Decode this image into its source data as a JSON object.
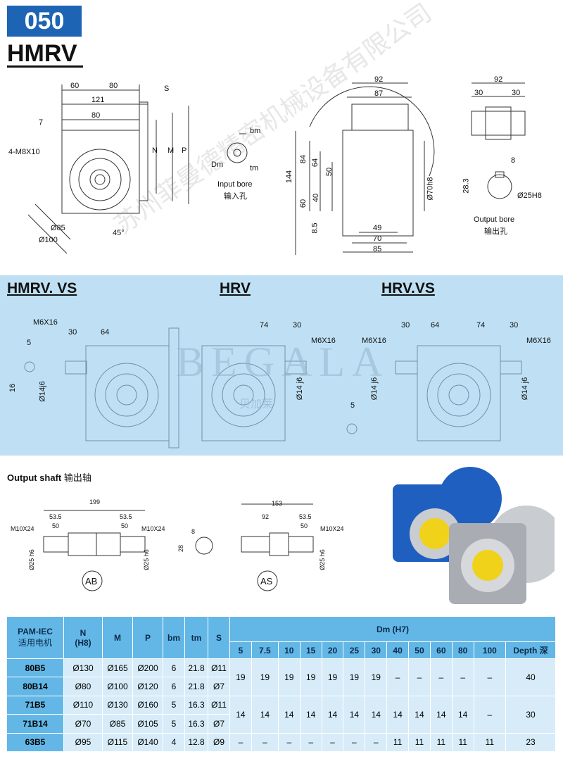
{
  "header": {
    "model": "050",
    "series": "HMRV"
  },
  "top_drawing": {
    "side_view": {
      "dims": [
        "60",
        "80",
        "121",
        "80",
        "S",
        "7",
        "4-M8X10",
        "N",
        "M",
        "P",
        "Ø85",
        "Ø100",
        "45°"
      ]
    },
    "input_bore": {
      "labels": [
        "bm",
        "Dm",
        "tm"
      ],
      "caption_en": "Input bore",
      "caption_cn": "输入孔"
    },
    "front_view": {
      "dims": [
        "92",
        "87",
        "144",
        "84",
        "64",
        "50",
        "40",
        "60",
        "8.5",
        "49",
        "70",
        "85",
        "Ø70h8"
      ]
    },
    "output_bore": {
      "dims": [
        "92",
        "30",
        "30",
        "8",
        "28.3",
        "Ø25H8"
      ],
      "caption_en": "Output bore",
      "caption_cn": "输出孔"
    }
  },
  "variants_band": {
    "titles": [
      "HMRV. VS",
      "HRV",
      "HRV.VS"
    ],
    "hmrv_vs": {
      "dims": [
        "M6X16",
        "30",
        "64",
        "5",
        "16",
        "Ø14j6"
      ]
    },
    "hrv": {
      "dims": [
        "74",
        "30",
        "M6X16",
        "Ø14 j6",
        "5"
      ]
    },
    "hrv_vs": {
      "dims": [
        "30",
        "64",
        "74",
        "30",
        "M6X16",
        "M6X16",
        "Ø14 j6",
        "Ø14 j6"
      ]
    },
    "watermark_en": "BEGALA",
    "watermark_cn": "贝加莱"
  },
  "output_shaft": {
    "title_en": "Output shaft",
    "title_cn": "输出轴",
    "ab": {
      "label": "AB",
      "dims": [
        "199",
        "53.5",
        "53.5",
        "50",
        "50",
        "M10X24",
        "M10X24",
        "Ø25 h6",
        "Ø25 h6"
      ]
    },
    "key": {
      "dims": [
        "8",
        "28"
      ]
    },
    "as": {
      "label": "AS",
      "dims": [
        "153",
        "92",
        "53.5",
        "50",
        "M10X24",
        "Ø25 h6"
      ]
    }
  },
  "watermark_company": "苏州菲曼德精密机械设备有限公司",
  "table": {
    "headers": {
      "pam_en": "PAM-IEC",
      "pam_cn": "适用电机",
      "n": "N",
      "n_sub": "(H8)",
      "m": "M",
      "p": "P",
      "bm": "bm",
      "tm": "tm",
      "s": "S",
      "dm": "Dm (H7)",
      "dm_cols": [
        "5",
        "7.5",
        "10",
        "15",
        "20",
        "25",
        "30",
        "40",
        "50",
        "60",
        "80",
        "100"
      ],
      "depth": "Depth 深"
    },
    "rows": [
      {
        "pam": "80B5",
        "n": "Ø130",
        "m": "Ø165",
        "p": "Ø200",
        "bm": "6",
        "tm": "21.8",
        "s": "Ø11"
      },
      {
        "pam": "80B14",
        "n": "Ø80",
        "m": "Ø100",
        "p": "Ø120",
        "bm": "6",
        "tm": "21.8",
        "s": "Ø7"
      },
      {
        "pam": "71B5",
        "n": "Ø110",
        "m": "Ø130",
        "p": "Ø160",
        "bm": "5",
        "tm": "16.3",
        "s": "Ø11"
      },
      {
        "pam": "71B14",
        "n": "Ø70",
        "m": "Ø85",
        "p": "Ø105",
        "bm": "5",
        "tm": "16.3",
        "s": "Ø7"
      },
      {
        "pam": "63B5",
        "n": "Ø95",
        "m": "Ø115",
        "p": "Ø140",
        "bm": "4",
        "tm": "12.8",
        "s": "Ø9"
      }
    ],
    "groups": [
      {
        "dm": [
          "19",
          "19",
          "19",
          "19",
          "19",
          "19",
          "19",
          "–",
          "–",
          "–",
          "–",
          "–"
        ],
        "depth": "40"
      },
      {
        "dm": [
          "14",
          "14",
          "14",
          "14",
          "14",
          "14",
          "14",
          "14",
          "14",
          "14",
          "14",
          "–"
        ],
        "depth": "30"
      },
      {
        "dm": [
          "–",
          "–",
          "–",
          "–",
          "–",
          "–",
          "–",
          "11",
          "11",
          "11",
          "11",
          "11"
        ],
        "depth": "23"
      }
    ]
  },
  "colors": {
    "badge": "#1e64b4",
    "band": "#bfe0f4",
    "table_header": "#63b7e6",
    "table_cell": "#d7ecf8",
    "housing_blue": "#1f5fc0",
    "housing_grey": "#a9adb3",
    "window_yellow": "#f1d21a"
  }
}
